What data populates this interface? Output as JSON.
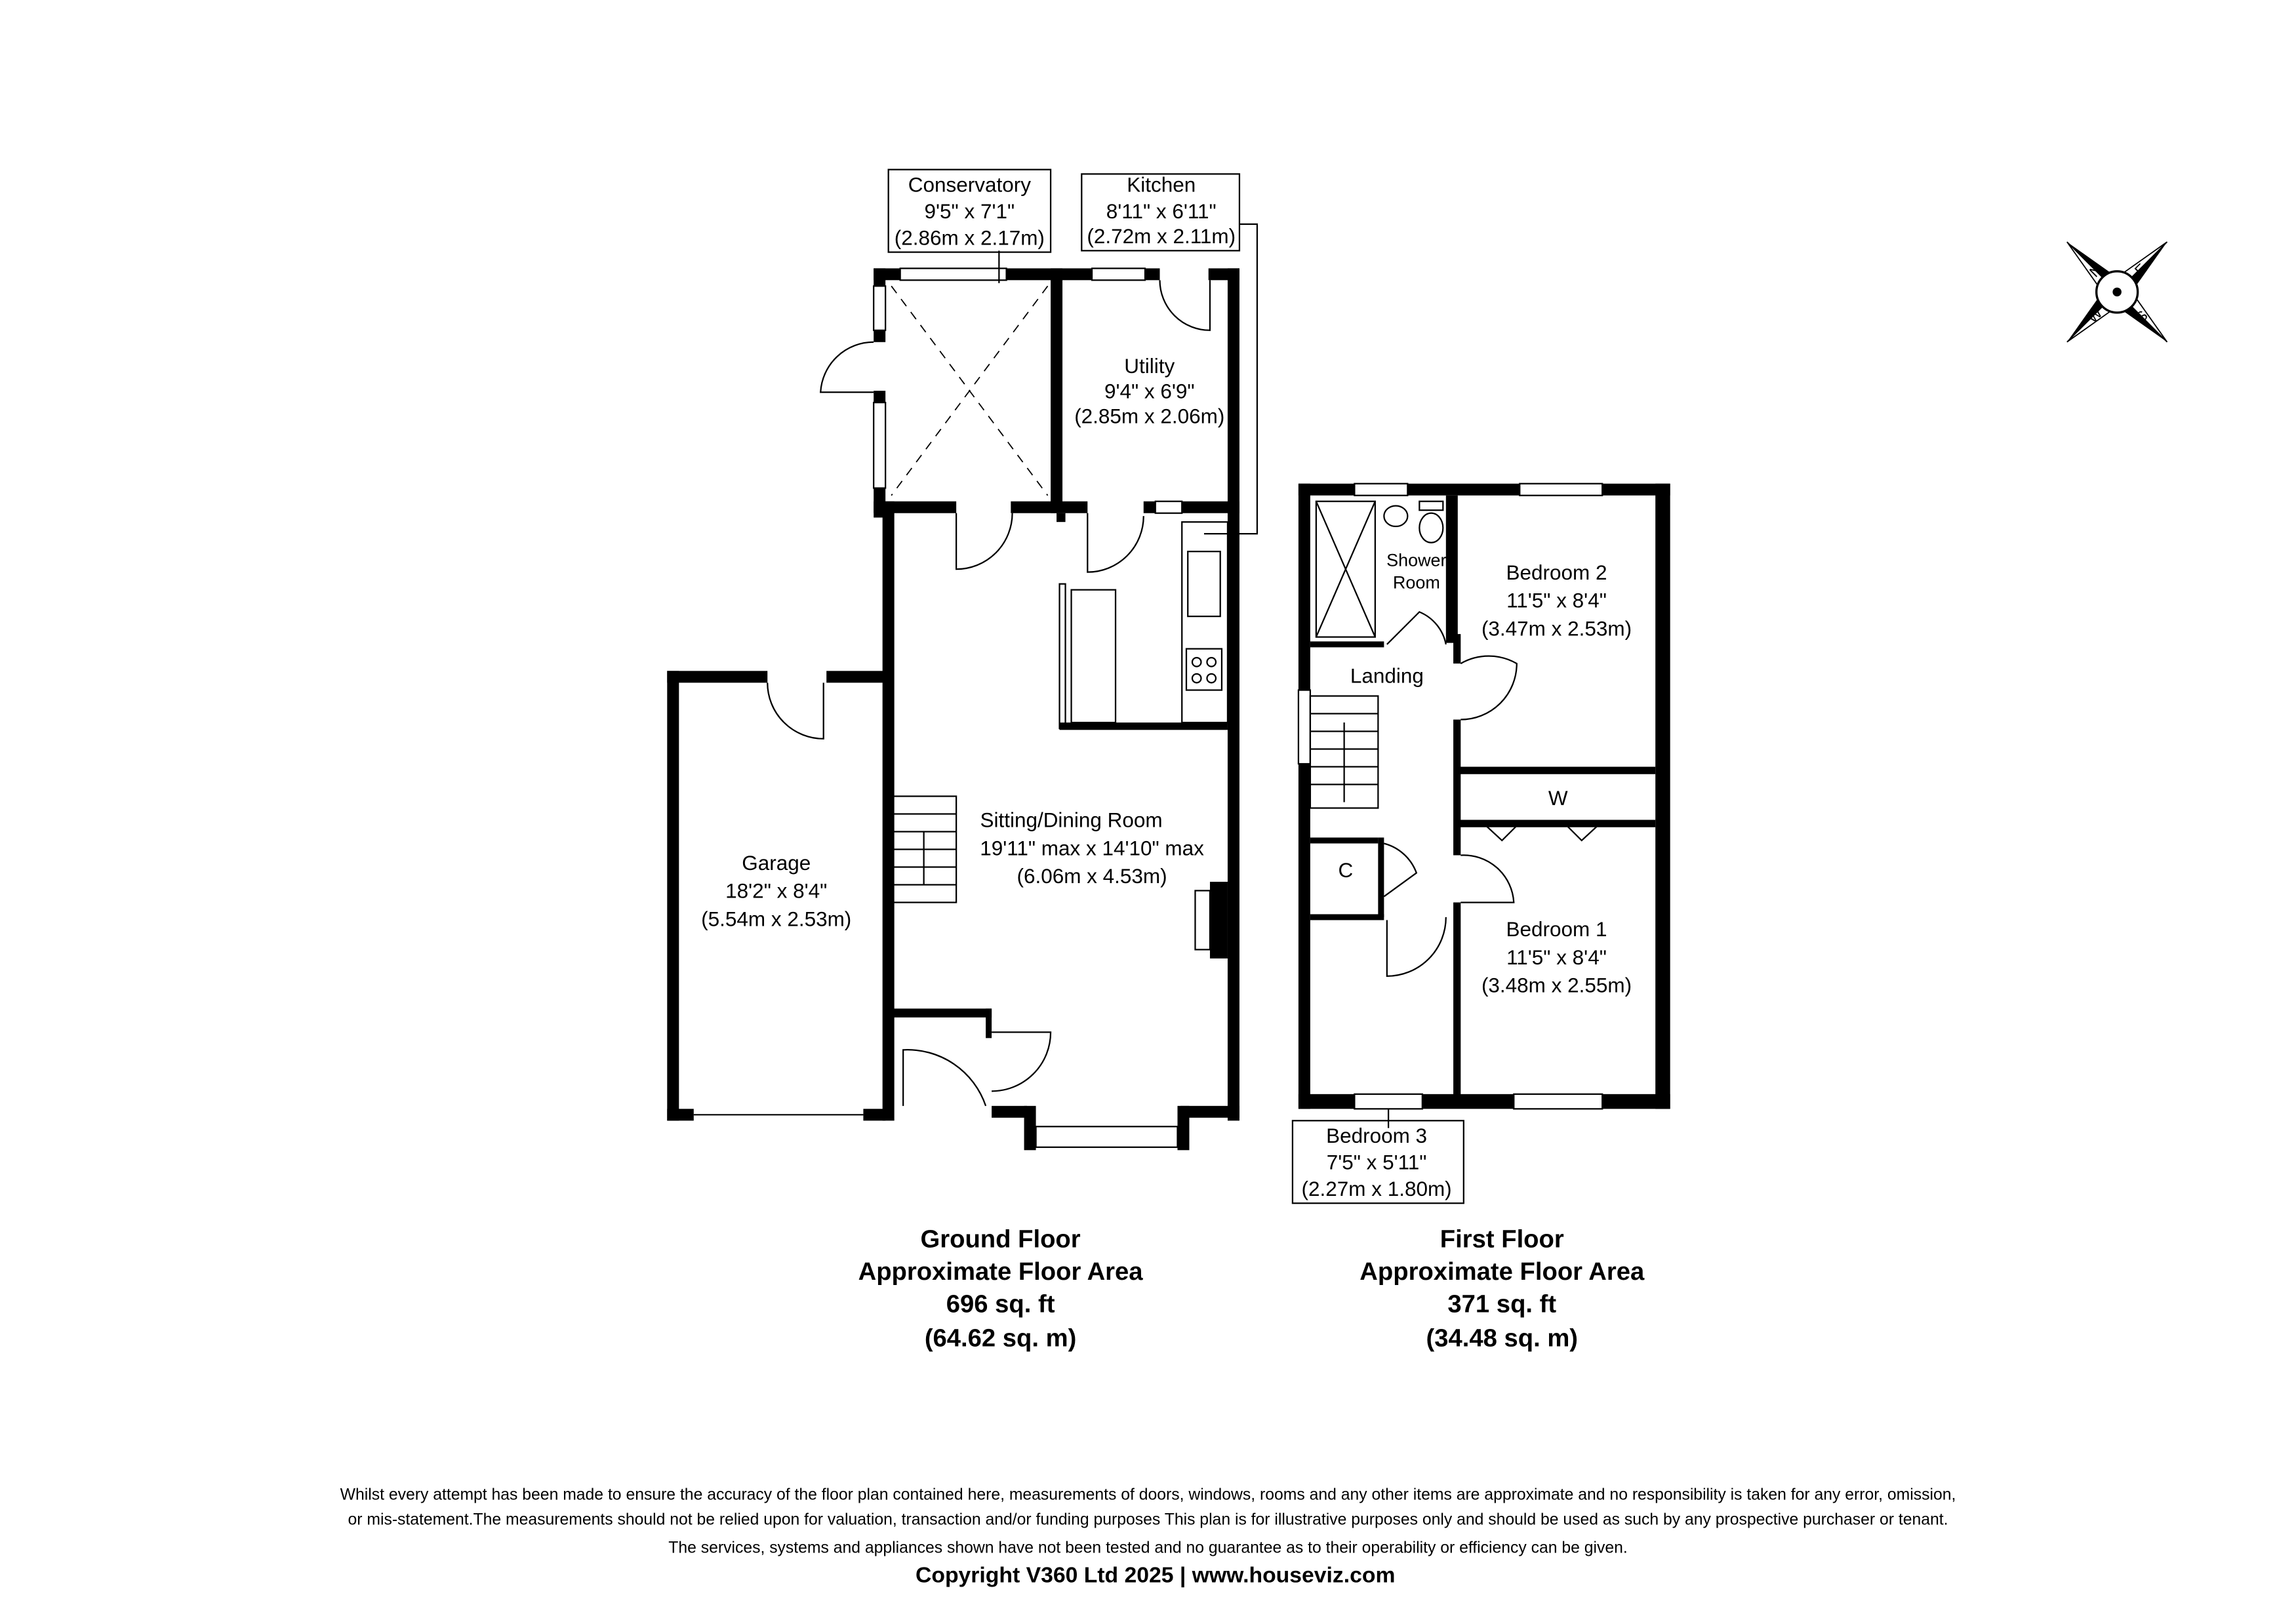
{
  "ground_floor": {
    "rooms": {
      "conservatory": {
        "name": "Conservatory",
        "imperial": "9'5\" x 7'1\"",
        "metric": "(2.86m x 2.17m)"
      },
      "kitchen": {
        "name": "Kitchen",
        "imperial": "8'11\" x 6'11\"",
        "metric": "(2.72m x 2.11m)"
      },
      "utility": {
        "name": "Utility",
        "imperial": "9'4\" x 6'9\"",
        "metric": "(2.85m x 2.06m)"
      },
      "sitting": {
        "name": "Sitting/Dining Room",
        "imperial": "19'11\" max x 14'10\" max",
        "metric": "(6.06m x 4.53m)"
      },
      "garage": {
        "name": "Garage",
        "imperial": "18'2\" x 8'4\"",
        "metric": "(5.54m x 2.53m)"
      }
    },
    "area": {
      "title": "Ground Floor",
      "subtitle": "Approximate Floor Area",
      "sqft": "696 sq. ft",
      "sqm": "(64.62 sq. m)"
    }
  },
  "first_floor": {
    "rooms": {
      "shower": {
        "name_line1": "Shower",
        "name_line2": "Room"
      },
      "bedroom2": {
        "name": "Bedroom 2",
        "imperial": "11'5\" x 8'4\"",
        "metric": "(3.47m x 2.53m)"
      },
      "landing": {
        "name": "Landing"
      },
      "wardrobe": {
        "name": "W"
      },
      "cupboard": {
        "name": "C"
      },
      "bedroom1": {
        "name": "Bedroom 1",
        "imperial": "11'5\" x 8'4\"",
        "metric": "(3.48m x 2.55m)"
      },
      "bedroom3": {
        "name": "Bedroom 3",
        "imperial": "7'5\" x 5'11\"",
        "metric": "(2.27m x 1.80m)"
      }
    },
    "area": {
      "title": "First Floor",
      "subtitle": "Approximate Floor Area",
      "sqft": "371 sq. ft",
      "sqm": "(34.48 sq. m)"
    }
  },
  "compass": {
    "icon": "compass-rose-icon",
    "letters": [
      "N",
      "E",
      "S",
      "W"
    ]
  },
  "footer": {
    "disclaimer": [
      "Whilst every attempt has been made to ensure the accuracy of the floor plan contained here, measurements of doors, windows, rooms and any other items are approximate and no responsibility is taken for any error, omission,",
      "or mis-statement.The measurements should not be relied upon for valuation, transaction and/or funding purposes This plan is for illustrative purposes only and should be used as such by any prospective purchaser or tenant.",
      "The services, systems and appliances shown have not been tested and no guarantee as to their operability or efficiency can be given."
    ],
    "copyright": "Copyright V360 Ltd 2025 | www.houseviz.com"
  }
}
